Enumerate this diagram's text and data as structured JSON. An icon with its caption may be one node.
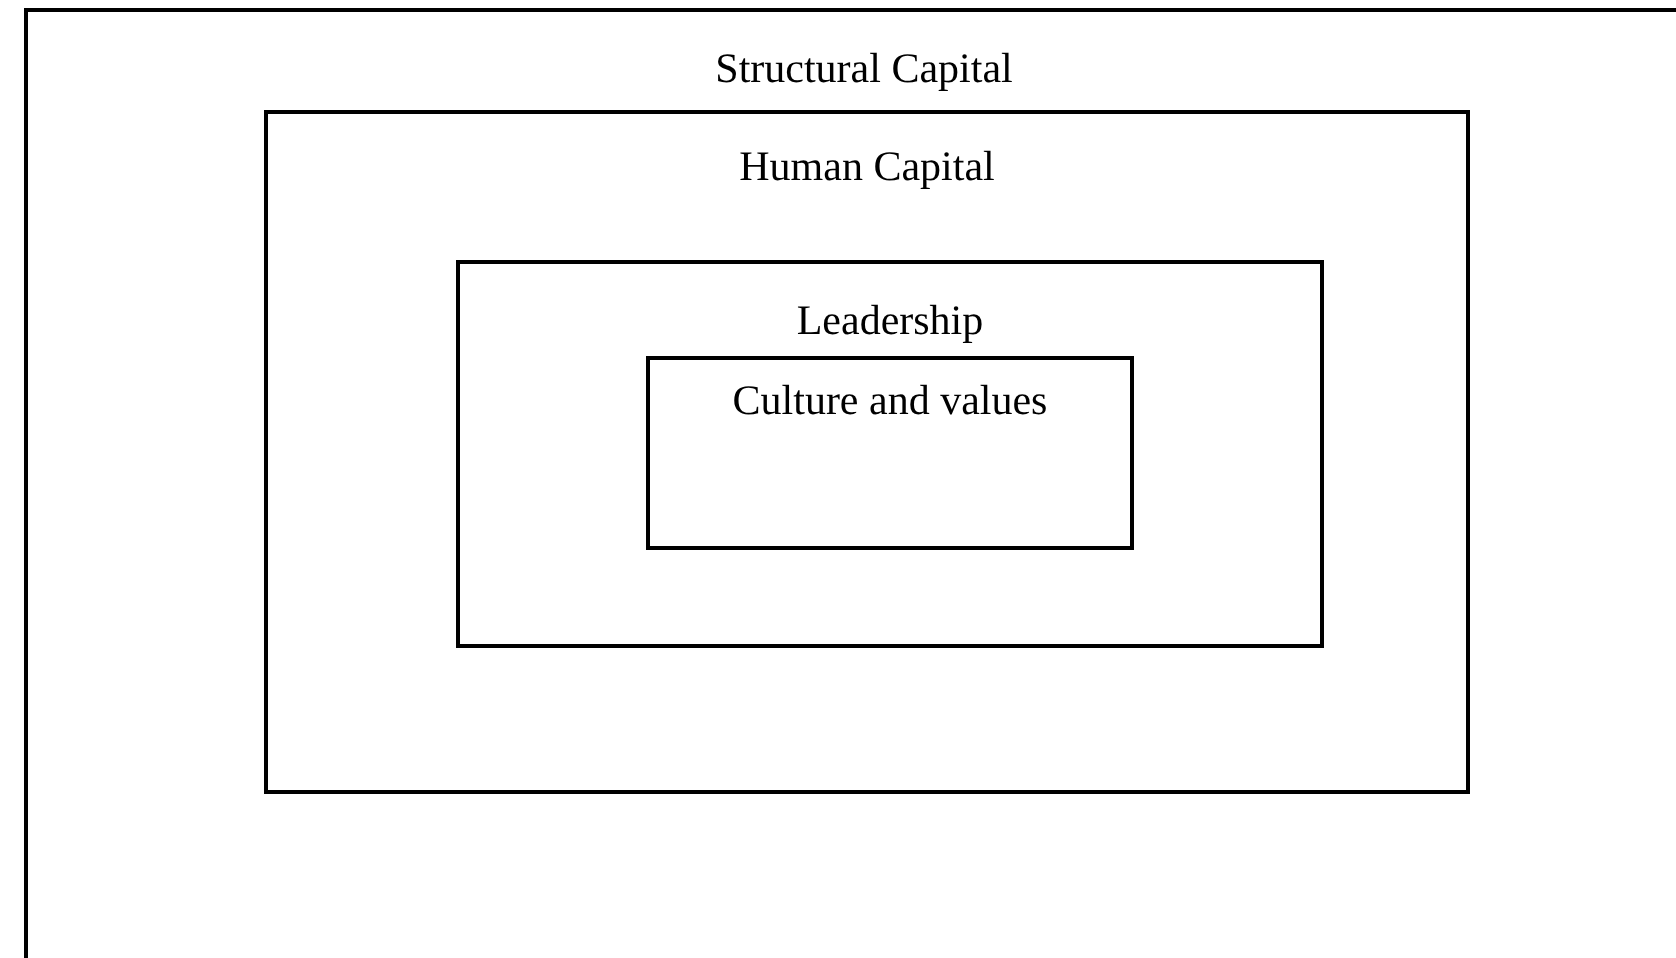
{
  "diagram": {
    "nodes": [
      {
        "text": [
          "Structural Capital"
        ]
      },
      {
        "text": [
          "Human Capital"
        ],
        "in": 0
      },
      {
        "text": [
          "Leadership"
        ],
        "in": 1
      },
      {
        "text": [
          "Culture and values"
        ],
        "in": 2
      }
    ]
  }
}
